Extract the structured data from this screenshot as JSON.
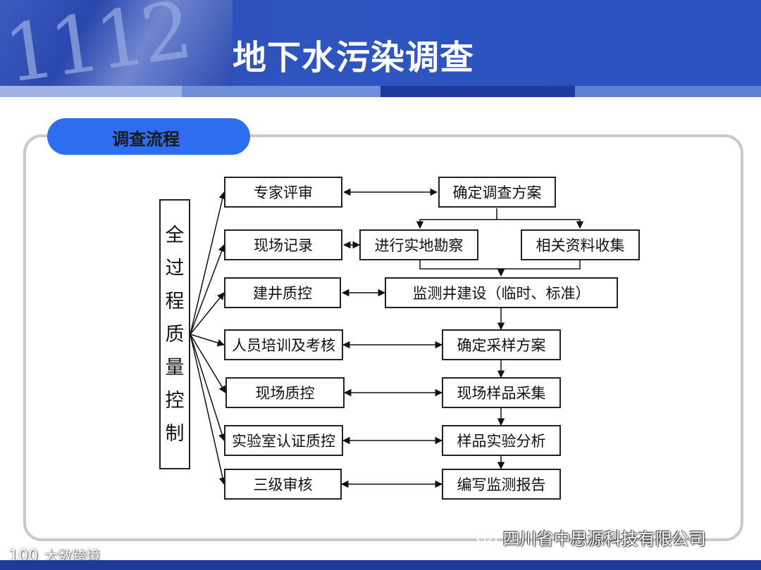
{
  "title": "地下水污染调查",
  "header_deco": "1112",
  "section": {
    "label": "调查流程"
  },
  "diagram": {
    "vertical_label": [
      "全",
      "过",
      "程",
      "质",
      "量",
      "控",
      "制"
    ],
    "left_nodes": [
      "专家评审",
      "现场记录",
      "建井质控",
      "人员培训及考核",
      "现场质控",
      "实验室认证质控",
      "三级审核"
    ],
    "right_nodes": [
      "确定调查方案",
      "进行实地勘察",
      "相关资料收集",
      "监测井建设（临时、标准）",
      "确定采样方案",
      "现场样品采集",
      "样品实验分析",
      "编写监测报告"
    ]
  },
  "footer": {
    "watermark_icon": "100",
    "watermark_text": "大数跨境",
    "wechat_icon": "wechat-icon",
    "company": "四川省中思源科技有限公司"
  },
  "colors": {
    "header": "#2a4cb6",
    "pill": "#2e6df0",
    "footer": "#1d3a9c"
  }
}
